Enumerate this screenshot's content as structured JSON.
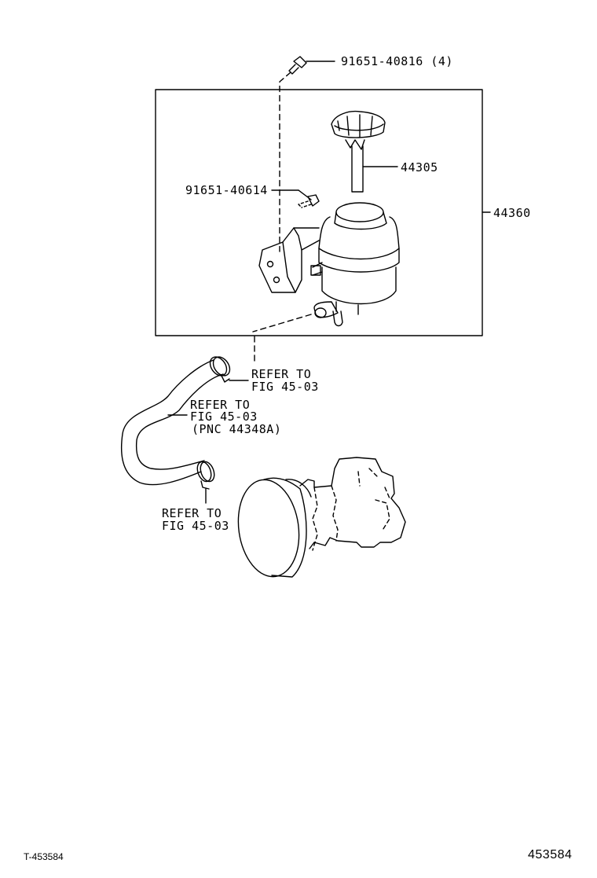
{
  "parts": {
    "bolt_top": "91651-40816 (4)",
    "cap": "44305",
    "bolt_side": "91651-40614",
    "reservoir_assy": "44360"
  },
  "refs": {
    "upper_clamp": [
      "REFER TO",
      "FIG 45-03"
    ],
    "hose": [
      "REFER TO",
      "FIG 45-03",
      "(PNC 44348A)"
    ],
    "lower_clamp": [
      "REFER TO",
      "FIG 45-03"
    ]
  },
  "footer": {
    "left_code": "T-453584",
    "right_code": "453584"
  }
}
